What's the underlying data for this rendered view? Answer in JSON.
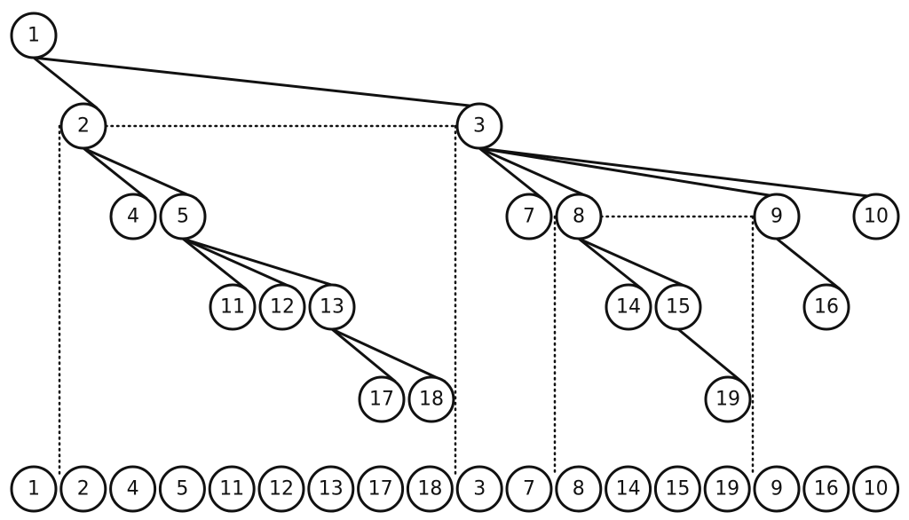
{
  "tree": {
    "nodes": [
      {
        "id": "1",
        "label": "1"
      },
      {
        "id": "2",
        "label": "2"
      },
      {
        "id": "3",
        "label": "3"
      },
      {
        "id": "4",
        "label": "4"
      },
      {
        "id": "5",
        "label": "5"
      },
      {
        "id": "7",
        "label": "7"
      },
      {
        "id": "8",
        "label": "8"
      },
      {
        "id": "9",
        "label": "9"
      },
      {
        "id": "10",
        "label": "10"
      },
      {
        "id": "11",
        "label": "11"
      },
      {
        "id": "12",
        "label": "12"
      },
      {
        "id": "13",
        "label": "13"
      },
      {
        "id": "14",
        "label": "14"
      },
      {
        "id": "15",
        "label": "15"
      },
      {
        "id": "16",
        "label": "16"
      },
      {
        "id": "17",
        "label": "17"
      },
      {
        "id": "18",
        "label": "18"
      },
      {
        "id": "19",
        "label": "19"
      }
    ],
    "edges": [
      [
        "1",
        "2"
      ],
      [
        "1",
        "3"
      ],
      [
        "2",
        "4"
      ],
      [
        "2",
        "5"
      ],
      [
        "5",
        "11"
      ],
      [
        "5",
        "12"
      ],
      [
        "5",
        "13"
      ],
      [
        "13",
        "17"
      ],
      [
        "13",
        "18"
      ],
      [
        "3",
        "7"
      ],
      [
        "3",
        "8"
      ],
      [
        "3",
        "9"
      ],
      [
        "3",
        "10"
      ],
      [
        "8",
        "14"
      ],
      [
        "8",
        "15"
      ],
      [
        "15",
        "19"
      ],
      [
        "9",
        "16"
      ]
    ]
  },
  "sequence": [
    "1",
    "2",
    "4",
    "5",
    "11",
    "12",
    "13",
    "17",
    "18",
    "3",
    "7",
    "8",
    "14",
    "15",
    "19",
    "9",
    "16",
    "10"
  ],
  "subtree_brackets": [
    {
      "from": "2",
      "to": "3"
    },
    {
      "from": "8",
      "to": "9"
    }
  ]
}
